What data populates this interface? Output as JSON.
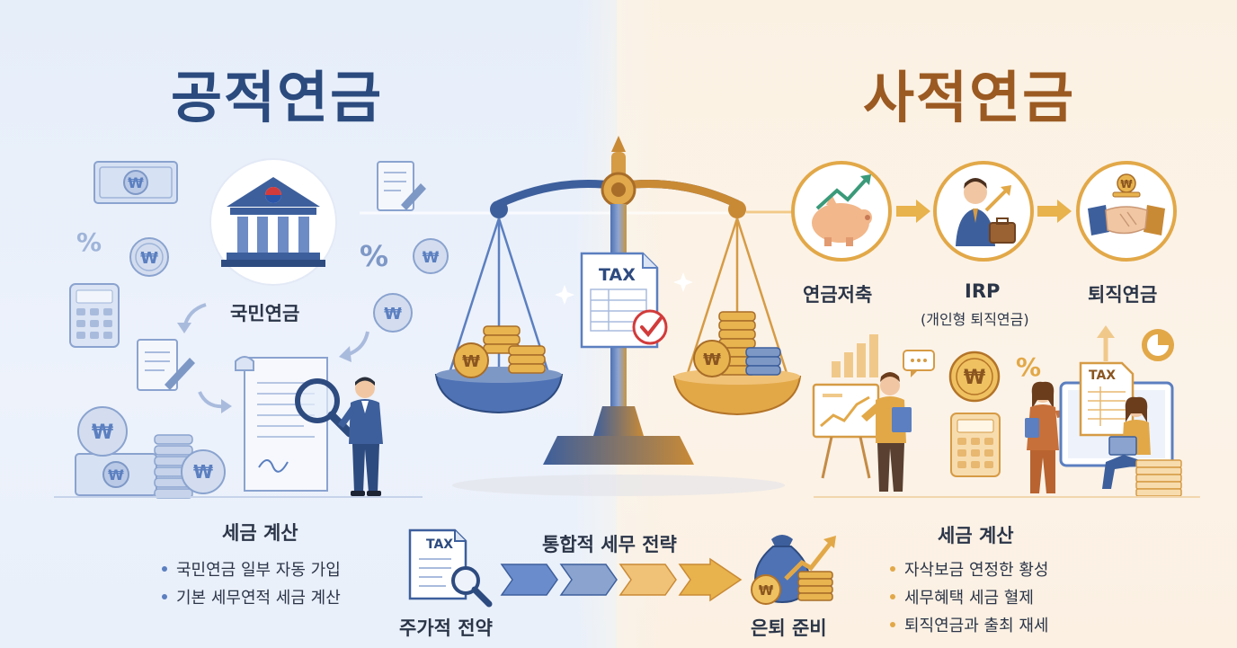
{
  "left": {
    "title": "공적연금",
    "building_label": "국민연금",
    "section_title": "세금 계산",
    "bullets": [
      "국민연금 일부 자동 가입",
      "기본 세무연적 세금 계산"
    ]
  },
  "right": {
    "title": "사적연금",
    "steps": [
      {
        "label": "연금저축",
        "sub": ""
      },
      {
        "label": "IRP",
        "sub": "(개인형 퇴직연금)"
      },
      {
        "label": "퇴직연금",
        "sub": ""
      }
    ],
    "section_title": "세금 계산",
    "bullets": [
      "자삭보금 연정한 황성",
      "세무혜택 세금 혈제",
      "퇴직연금과 출최 재세"
    ]
  },
  "center": {
    "tax_doc_label": "TAX",
    "strategy_title": "통합적 세무 전략",
    "start_label": "주가적 전약",
    "end_label": "은퇴 준비",
    "doc_tax_label": "TAX"
  },
  "colors": {
    "blue_title": "#2b4a7e",
    "brown_title": "#9b5a22",
    "blue_accent": "#5b7fc0",
    "gold_accent": "#e2a848"
  }
}
